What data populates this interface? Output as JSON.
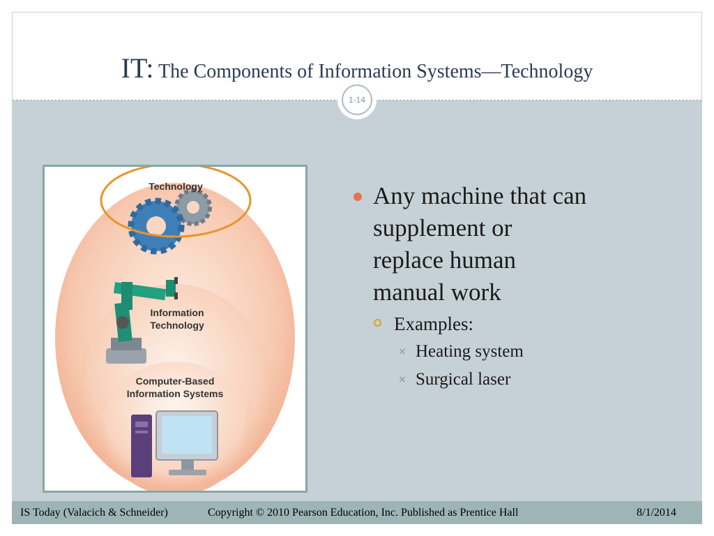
{
  "slide": {
    "title_lead": "IT:",
    "title_rest": " The Components of Information Systems—Technology",
    "slide_number": "1-14"
  },
  "figure": {
    "label_technology": "Technology",
    "label_it_line1": "Information",
    "label_it_line2": "Technology",
    "label_cbis_line1": "Computer-Based",
    "label_cbis_line2": "Information Systems"
  },
  "content": {
    "bullet_main_lines": [
      "Any machine that can",
      "supplement or",
      "replace human",
      "manual work"
    ],
    "sub_bullet": "Examples:",
    "sub_sub_bullets": [
      "Heating system",
      "Surgical laser"
    ]
  },
  "footer": {
    "left": "IS Today (Valacich & Schneider)",
    "center": "Copyright © 2010 Pearson Education, Inc. Published as Prentice Hall",
    "right": "8/1/2014"
  },
  "colors": {
    "title": "#2b3a52",
    "background": "#c6d1d7",
    "bullet_dot": "#e8734c",
    "sub_bullet_ring": "#d8a51c",
    "highlight_ellipse": "#e8952c",
    "footer_band": "#9fb5b5"
  }
}
